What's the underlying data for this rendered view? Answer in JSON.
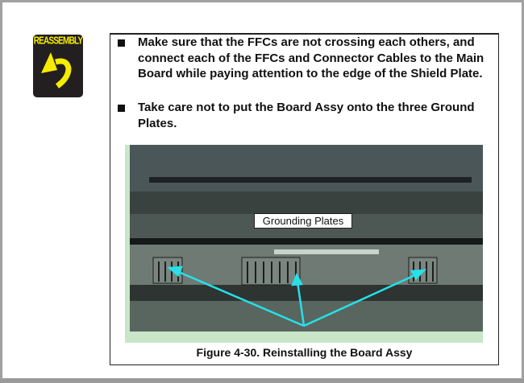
{
  "icon": {
    "label": "REASSEMBLY",
    "name": "reassembly-arrow-icon"
  },
  "bullets": [
    "Make sure that the FFCs are not crossing each others, and connect each of the FFCs and Connector Cables to the Main Board while paying attention to the edge of the Shield Plate.",
    "Take care not to put the Board Assy onto the three Ground Plates."
  ],
  "figure": {
    "callout": "Grounding Plates",
    "caption": "Figure 4-30. Reinstalling the Board Assy",
    "arrow_color": "#27e0e8"
  }
}
